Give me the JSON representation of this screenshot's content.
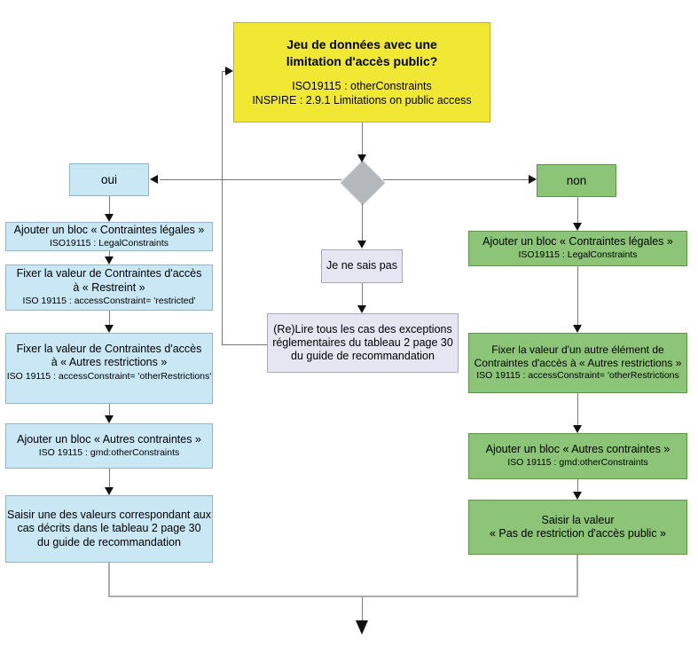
{
  "decision_box": {
    "question_line1": "Jeu de données avec une",
    "question_line2": "limitation d'accès public?",
    "standard_ref1": "ISO19115 : otherConstraints",
    "standard_ref2": "INSPIRE : 2.9.1 Limitations on public access"
  },
  "branch_labels": {
    "yes": "oui",
    "no": "non",
    "unknown": "Je ne sais pas"
  },
  "left_branch": [
    {
      "l1": "Ajouter un bloc « Contraintes légales »",
      "iso": "ISO19115 : LegalConstraints"
    },
    {
      "l1": "Fixer la valeur de Contraintes d'accès",
      "l2": "à « Restreint »",
      "iso": "ISO 19115 : accessConstraint= 'restricted'"
    },
    {
      "l1": "Fixer la valeur de Contraintes d'accès",
      "l2": "à « Autres restrictions »",
      "iso": "ISO 19115 : accessConstraint= 'otherRestrictions'"
    },
    {
      "l1": "Ajouter un bloc « Autres contraintes »",
      "iso": "ISO 19115 : gmd:otherConstraints"
    },
    {
      "l1": "Saisir une des valeurs correspondant aux",
      "l2": "cas décrits dans le tableau 2 page 30",
      "l3": "du guide de recommandation"
    }
  ],
  "right_branch": [
    {
      "l1": "Ajouter un bloc « Contraintes légales »",
      "iso": "ISO19115 : LegalConstraints"
    },
    {
      "l1": "Fixer la valeur d'un autre élément de",
      "l2": "Contraintes d'accès à « Autres restrictions »",
      "iso": "ISO 19115 : accessConstraint= 'otherRestrictions"
    },
    {
      "l1": "Ajouter un bloc « Autres contraintes »",
      "iso": "ISO 19115 : gmd:otherConstraints"
    },
    {
      "l1": "Saisir la valeur",
      "l2": "« Pas de restriction d'accès public »"
    }
  ],
  "unknown_branch": {
    "relire_l1": "(Re)Lire tous les cas des exceptions",
    "relire_l2": "réglementaires du tableau 2 page 30",
    "relire_l3": "du guide de recommandation"
  },
  "colors": {
    "yellow-fill": "#f0e832",
    "yellow-border": "#b8b23a",
    "blue-fill": "#c9e7f5",
    "blue-border": "#8fb6ca",
    "green-fill": "#8cc577",
    "green-border": "#5f9448",
    "lav-fill": "#e6e6f3",
    "lav-border": "#a9a9bd",
    "diamond-fill": "#b4b8bc",
    "diamond-border": "#c6c9cd",
    "line": "#7a7a7a",
    "join-line": "#ababab",
    "arrow": "#111111"
  }
}
